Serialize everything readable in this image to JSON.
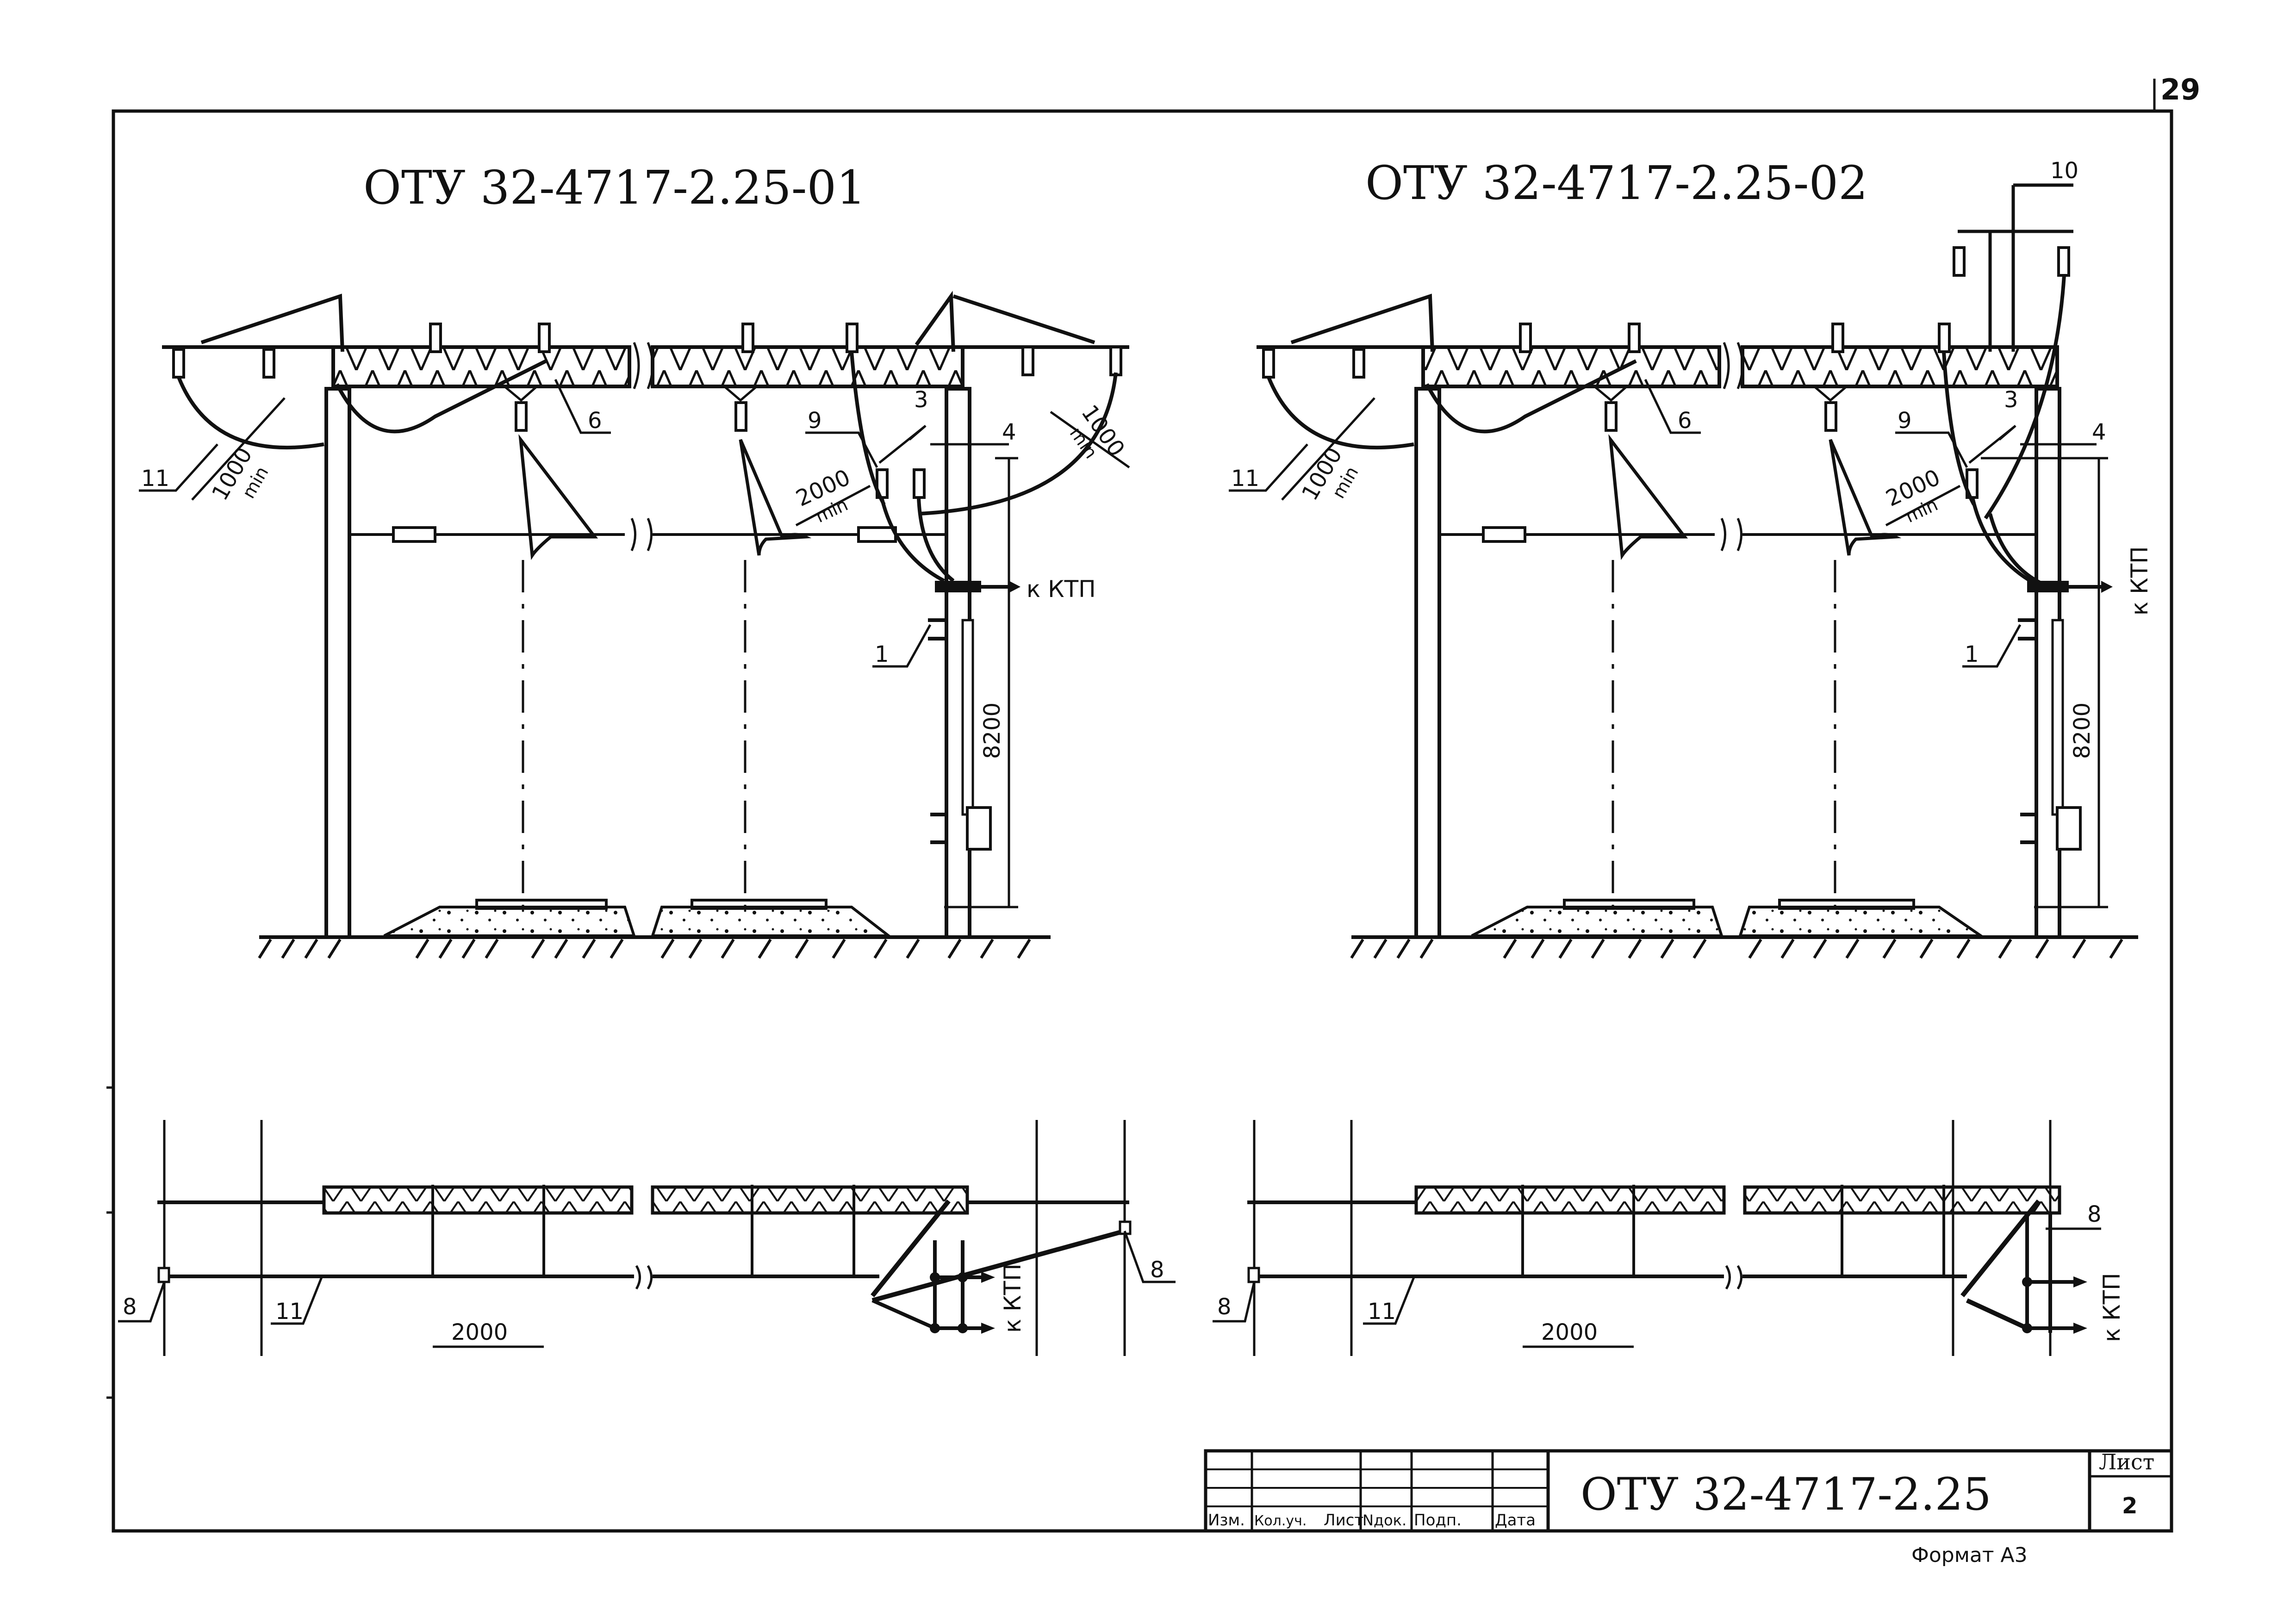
{
  "page_number": "29",
  "variant_left": {
    "title": "ОТУ 32-4717-2.25-01"
  },
  "variant_right": {
    "title": "ОТУ 32-4717-2.25-02"
  },
  "callouts": {
    "c1": "1",
    "c3": "3",
    "c4": "4",
    "c6": "6",
    "c8": "8",
    "c9": "9",
    "c10": "10",
    "c11": "11"
  },
  "dimensions": {
    "d1000": "1000",
    "dmin": "min",
    "d2000": "2000",
    "d8200": "8200",
    "d2000_plan": "2000"
  },
  "to_ktp": "к КТП",
  "title_block": {
    "doc_code": "ОТУ 32-4717-2.25",
    "sheet_label": "Лист",
    "sheet_number": "2",
    "columns": [
      "Изм.",
      "Кол.уч.",
      "Лист",
      "Nдок.",
      "Подп.",
      "Дата"
    ],
    "format": "Формат А3"
  },
  "colors": {
    "ink": "#111111",
    "paper": "#ffffff"
  }
}
